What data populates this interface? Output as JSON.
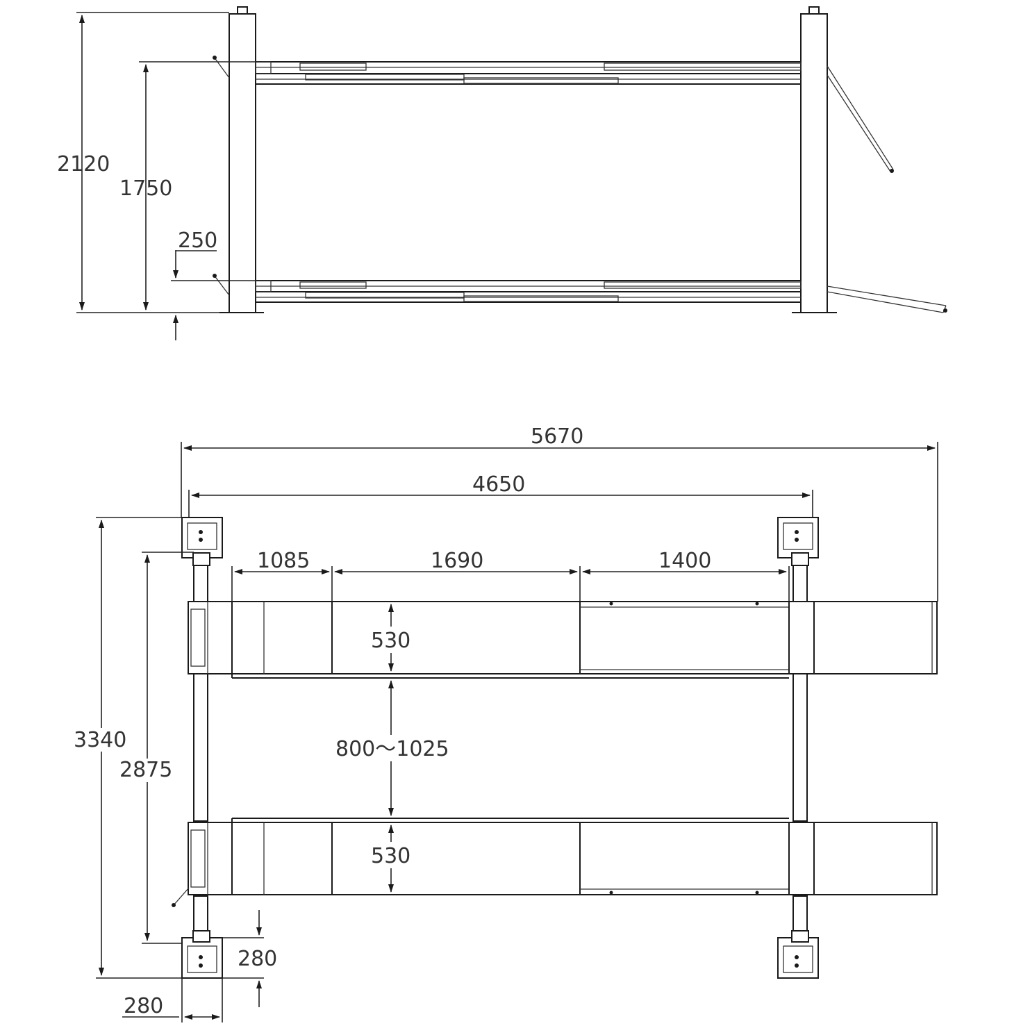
{
  "colors": {
    "line": "#1a1a1a",
    "background": "#ffffff",
    "text": "#333333"
  },
  "side_view": {
    "dimensions": {
      "total_height": "2120",
      "lift_height": "1750",
      "min_height": "250"
    }
  },
  "top_view": {
    "dimensions": {
      "overall_length": "5670",
      "post_spacing": "4650",
      "segment_1": "1085",
      "segment_2": "1690",
      "segment_3": "1400",
      "runway_width_top": "530",
      "runway_width_bottom": "530",
      "runway_gap": "800～1025",
      "overall_width": "3340",
      "post_spacing_width": "2875",
      "post_base_height": "280",
      "post_base_width": "280"
    }
  }
}
